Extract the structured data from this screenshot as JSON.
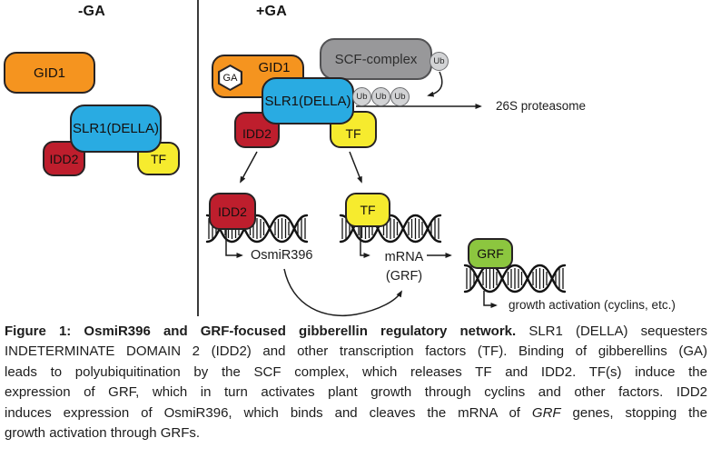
{
  "figure": {
    "left_panel": {
      "title": "-GA",
      "gid1": "GID1",
      "slr1": "SLR1(DELLA)",
      "idd2": "IDD2",
      "tf": "TF"
    },
    "right_panel": {
      "title": "+GA",
      "ga": "GA",
      "gid1": "GID1",
      "slr1": "SLR1(DELLA)",
      "idd2": "IDD2",
      "tf": "TF",
      "scf": "SCF-complex",
      "ub": "Ub",
      "proteasome": "26S proteasome",
      "idd2_gene": "IDD2",
      "tf_gene": "TF",
      "osmir396": "OsmiR396",
      "mrna": "mRNA",
      "mrna_grf": "(GRF)",
      "grf": "GRF",
      "growth": "growth activation (cyclins, etc.)"
    },
    "colors": {
      "orange": "#F5941F",
      "blue": "#29ABE2",
      "red": "#BE1E2D",
      "yellow": "#F6EB2E",
      "green": "#8CC63F",
      "gray": "#98989A",
      "ub_fill": "#D2D3D5",
      "outline": "#272324"
    }
  },
  "caption": {
    "line1_bold": "Figure 1: OsmiR396 and GRF-focused gibberellin regulatory network.",
    "line1_rest": " SLR1 (DELLA) sequesters",
    "line2": "INDETERMINATE DOMAIN 2 (IDD2) and other transcription factors (TF). Binding of gibberellins (GA)",
    "line3": "leads to polyubiquitination by the SCF complex, which releases TF and IDD2. TF(s) induce the",
    "line4": "expression of GRF, which in turn activates plant growth through cyclins and other factors. IDD2",
    "line5_pre": "induces expression of OsmiR396, which binds and cleaves the mRNA of ",
    "line5_italic": "GRF",
    "line5_post": " genes, stopping the",
    "line6": "growth activation through GRFs."
  }
}
